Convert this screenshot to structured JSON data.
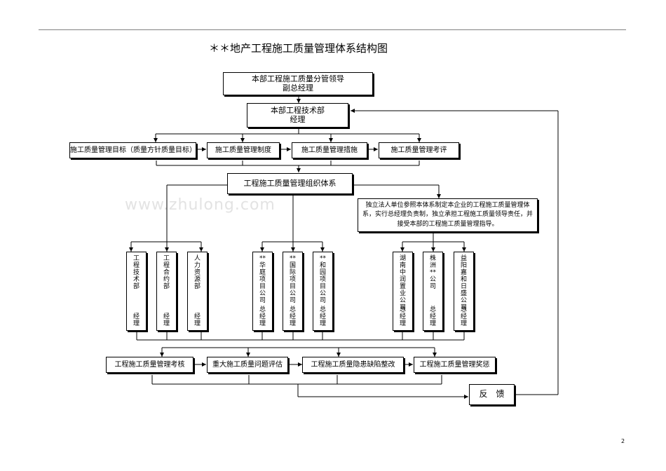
{
  "title": "＊＊地产工程施工质量管理体系结构图",
  "watermark": "www.zhulong.com",
  "page_number": "2",
  "top_box": {
    "line1": "本部工程施工质量分管领导",
    "line2": "副总经理"
  },
  "tech_box": {
    "line1": "本部工程技术部",
    "line2": "经理"
  },
  "mgmt_row": [
    "施工质量管理目标（质量方针质量目标）",
    "施工质量管理制度",
    "施工质量管理措施",
    "施工质量管理考评"
  ],
  "org_box": "工程施工质量管理组织体系",
  "note_box": "独立法人单位参照本体系制定本企业的工程施工质量管理体系，实行总经理负责制，独立承担工程施工质量领导责任，并接受本部的工程施工质量管理指导。",
  "departments": [
    {
      "name": "工程技术部",
      "role": "经理"
    },
    {
      "name": "工程合约部",
      "role": "经理"
    },
    {
      "name": "人力资源部",
      "role": "经理"
    },
    {
      "name": "**华庭项目公司",
      "role": "总经理"
    },
    {
      "name": "**国际项目公司",
      "role": "总经理"
    },
    {
      "name": "**和园项目公司",
      "role": "总经理"
    },
    {
      "name": "湖南中润置业公司",
      "role": "总经理"
    },
    {
      "name": "株洲**公司",
      "role": "总经理"
    },
    {
      "name": "益阳嘉和日盛公司",
      "role": "总经理"
    }
  ],
  "bottom_row": [
    "工程施工质量管理考核",
    "重大施工质量问题评估",
    "工程施工质量隐患缺陷整改",
    "工程施工质量管理奖惩"
  ],
  "feedback": "反　馈"
}
